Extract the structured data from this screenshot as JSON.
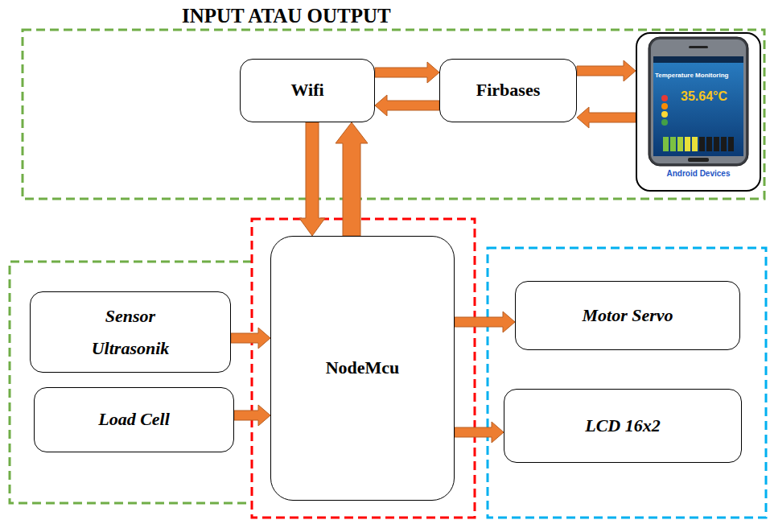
{
  "diagram": {
    "title": "INPUT ATAU OUTPUT",
    "nodes": [
      {
        "text": [
          "Wifi"
        ]
      },
      {
        "text": [
          "Firbases"
        ]
      },
      {
        "text": [
          "Android Devices"
        ]
      },
      {
        "text": [
          "NodeMcu"
        ]
      },
      {
        "text": [
          "Sensor Ultrasonik"
        ]
      },
      {
        "text": [
          "Load Cell"
        ]
      },
      {
        "text": [
          "Motor Servo"
        ]
      },
      {
        "text": [
          "LCD 16x2"
        ]
      }
    ],
    "edges": [
      {
        "from": 0,
        "to": 1,
        "arrow": "to"
      },
      {
        "from": 1,
        "to": 0,
        "arrow": "to"
      },
      {
        "from": 1,
        "to": 2,
        "arrow": "to"
      },
      {
        "from": 2,
        "to": 1,
        "arrow": "to"
      },
      {
        "from": 0,
        "to": 3,
        "arrow": "to"
      },
      {
        "from": 3,
        "to": 0,
        "arrow": "to"
      },
      {
        "from": 4,
        "to": 3,
        "arrow": "to"
      },
      {
        "from": 5,
        "to": 3,
        "arrow": "to"
      },
      {
        "from": 3,
        "to": 6,
        "arrow": "to"
      },
      {
        "from": 3,
        "to": 7,
        "arrow": "to"
      }
    ],
    "labels": [
      "Temperature Monitoring",
      "35.64°C"
    ]
  }
}
